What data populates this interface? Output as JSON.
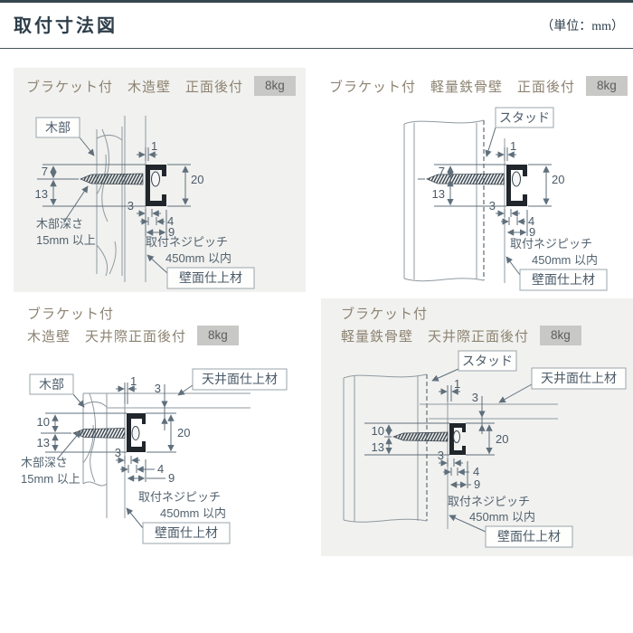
{
  "header": {
    "title": "取付寸法図",
    "unit": "（単位：mm）"
  },
  "panels": [
    {
      "title": "ブラケット付　木造壁　正面後付",
      "badge": "8kg",
      "boxes": {
        "member": "木部",
        "wall": "壁面仕上材"
      },
      "notes": {
        "depth1": "木部深さ",
        "depth2": "15mm 以上",
        "pitch1": "取付ネジピッチ",
        "pitch2": "450mm 以内"
      },
      "dims": {
        "d1": "1",
        "d7": "7",
        "d13": "13",
        "d20": "20",
        "d3": "3",
        "d4": "4",
        "d9": "9"
      }
    },
    {
      "title": "ブラケット付　軽量鉄骨壁　正面後付",
      "badge": "8kg",
      "boxes": {
        "member": "スタッド",
        "wall": "壁面仕上材"
      },
      "notes": {
        "pitch1": "取付ネジピッチ",
        "pitch2": "450mm 以内"
      },
      "dims": {
        "d1": "1",
        "d7": "7",
        "d13": "13",
        "d20": "20",
        "d3": "3",
        "d4": "4",
        "d9": "9"
      }
    },
    {
      "title1": "ブラケット付",
      "title2": "木造壁　天井際正面後付",
      "badge": "8kg",
      "boxes": {
        "member": "木部",
        "ceiling": "天井面仕上材",
        "wall": "壁面仕上材"
      },
      "notes": {
        "depth1": "木部深さ",
        "depth2": "15mm 以上",
        "pitch1": "取付ネジピッチ",
        "pitch2": "450mm 以内"
      },
      "dims": {
        "d1": "1",
        "d3top": "3",
        "d10": "10",
        "d13": "13",
        "d20": "20",
        "d3": "3",
        "d4": "4",
        "d9": "9"
      }
    },
    {
      "title1": "ブラケット付",
      "title2": "軽量鉄骨壁　天井際正面後付",
      "badge": "8kg",
      "boxes": {
        "member": "スタッド",
        "ceiling": "天井面仕上材",
        "wall": "壁面仕上材"
      },
      "notes": {
        "pitch1": "取付ネジピッチ",
        "pitch2": "450mm 以内"
      },
      "dims": {
        "d1": "1",
        "d3top": "3",
        "d10": "10",
        "d13": "13",
        "d20": "20",
        "d3": "3",
        "d4": "4",
        "d9": "9"
      }
    }
  ]
}
